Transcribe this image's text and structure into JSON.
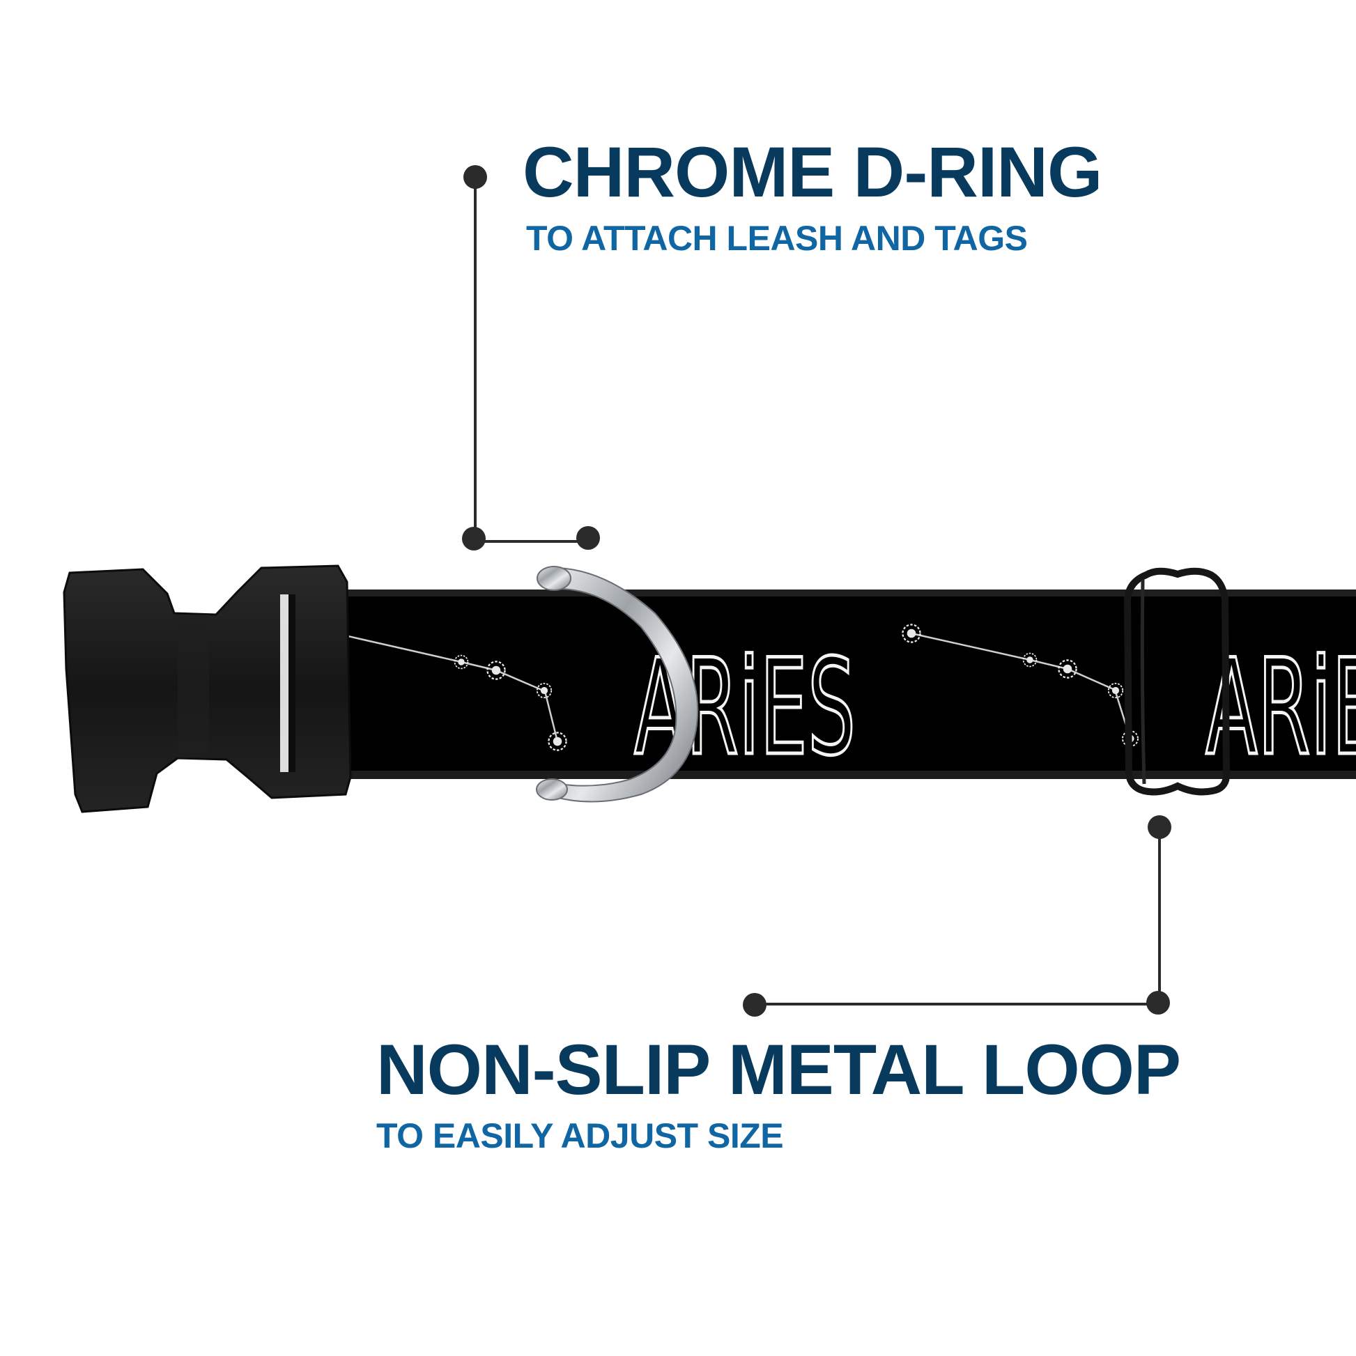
{
  "callouts": {
    "dring": {
      "title": "CHROME D-RING",
      "subtitle": "TO ATTACH LEASH AND TAGS"
    },
    "loop": {
      "title": "NON-SLIP METAL LOOP",
      "subtitle": "TO EASILY ADJUST SIZE"
    }
  },
  "collar": {
    "print_text": "ARiES",
    "print_text_partial": "ARiE"
  },
  "colors": {
    "title": "#073a5c",
    "subtitle": "#0f66a3",
    "leader_line": "#2b2b2b",
    "strap": "#000000",
    "buckle": "#1b1b1b",
    "chrome": "#b8bcc0",
    "print": "#f4f4f4"
  }
}
